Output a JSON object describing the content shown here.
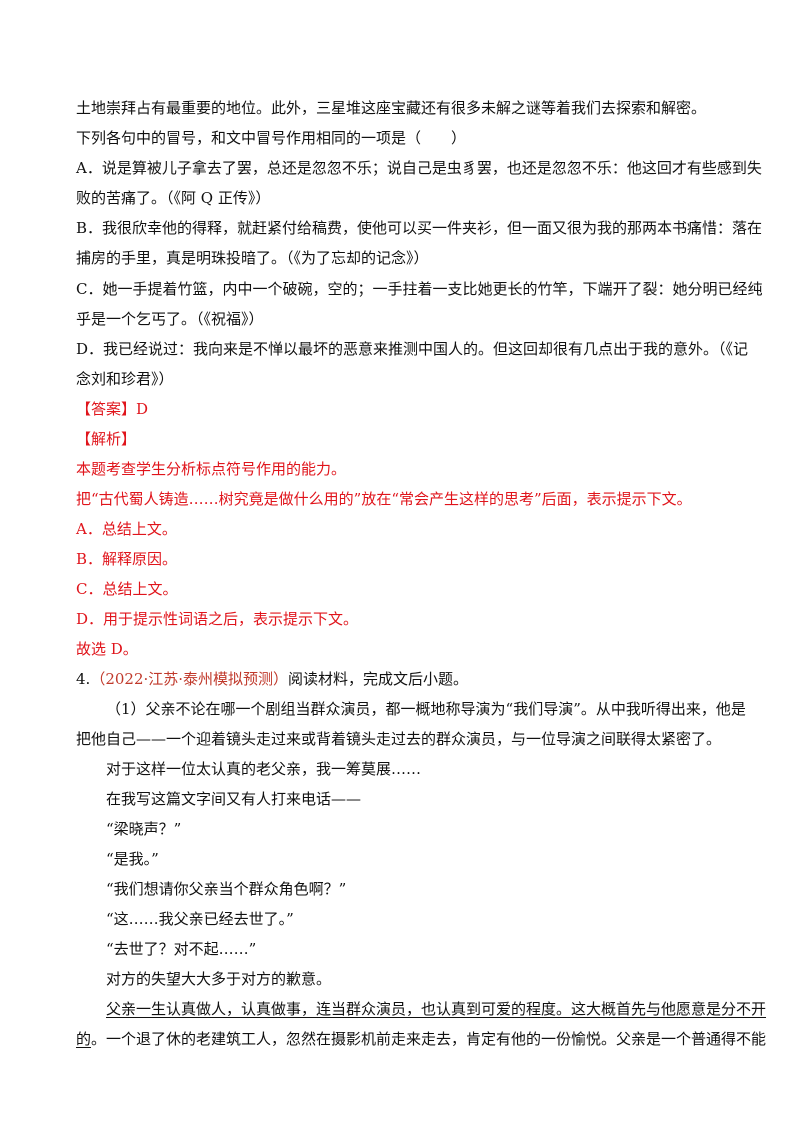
{
  "doc": {
    "intro_tail": "土地崇拜占有最重要的地位。此外，三星堆这座宝藏还有很多未解之谜等着我们去探索和解密。",
    "question": "下列各句中的冒号，和文中冒号作用相同的一项是（　　）",
    "options": {
      "a1": "A．说是算被儿子拿去了罢，总还是忽忽不乐；说自己是虫豸罢，也还是忽忽不乐：他这回才有些感到失",
      "a2": "败的苦痛了。（《阿 Q 正传》）",
      "b1": "B．我很欣幸他的得释，就赶紧付给稿费，使他可以买一件夹衫，但一面又很为我的那两本书痛惜：落在",
      "b2": "捕房的手里，真是明珠投暗了。（《为了忘却的记念》）",
      "c1": "C．她一手提着竹篮，内中一个破碗，空的；一手拄着一支比她更长的竹竿，下端开了裂：她分明已经纯",
      "c2": "乎是一个乞丐了。（《祝福》）",
      "d1": "D．我已经说过：我向来是不惮以最坏的恶意来推测中国人的。但这回却很有几点出于我的意外。（《记",
      "d2": "念刘和珍君》）"
    },
    "answer": "【答案】D",
    "analysis_label": "【解析】",
    "analysis": [
      "本题考查学生分析标点符号作用的能力。",
      "把“古代蜀人铸造……树究竟是做什么用的”放在“常会产生这样的思考”后面，表示提示下文。",
      "A．总结上文。",
      "B．解释原因。",
      "C．总结上文。",
      "D．用于提示性词语之后，表示提示下文。"
    ],
    "conclusion": "故选 D。",
    "q4_number": "4.",
    "q4_source": "（2022·江苏·泰州模拟预测）",
    "q4_prompt": "阅读材料，完成文后小题。",
    "passage": {
      "p1a": "（1）父亲不论在哪一个剧组当群众演员，都一概地称导演为“我们导演”。从中我听得出来，他是",
      "p1b": "把他自己——一个迎着镜头走过来或背着镜头走过去的群众演员，与一位导演之间联得太紧密了。",
      "p2": "对于这样一位太认真的老父亲，我一筹莫展……",
      "p3": "在我写这篇文字间又有人打来电话——",
      "p4": "“梁晓声？”",
      "p5": "“是我。”",
      "p6": "“我们想请你父亲当个群众角色啊？”",
      "p7": "“这……我父亲已经去世了。”",
      "p8": "“去世了？对不起……”",
      "p9": "对方的失望大大多于对方的歉意。",
      "p10_ul": "父亲一生认真做人，认真做事，连当群众演员，也认真到可爱的程度。这大概首先与他愿意是分不开",
      "p11_ul": "的",
      "p11_rest": "。一个退了休的老建筑工人，忽然在摄影机前走来走去，肯定有他的一份愉悦。父亲是一个普通得不能"
    }
  }
}
